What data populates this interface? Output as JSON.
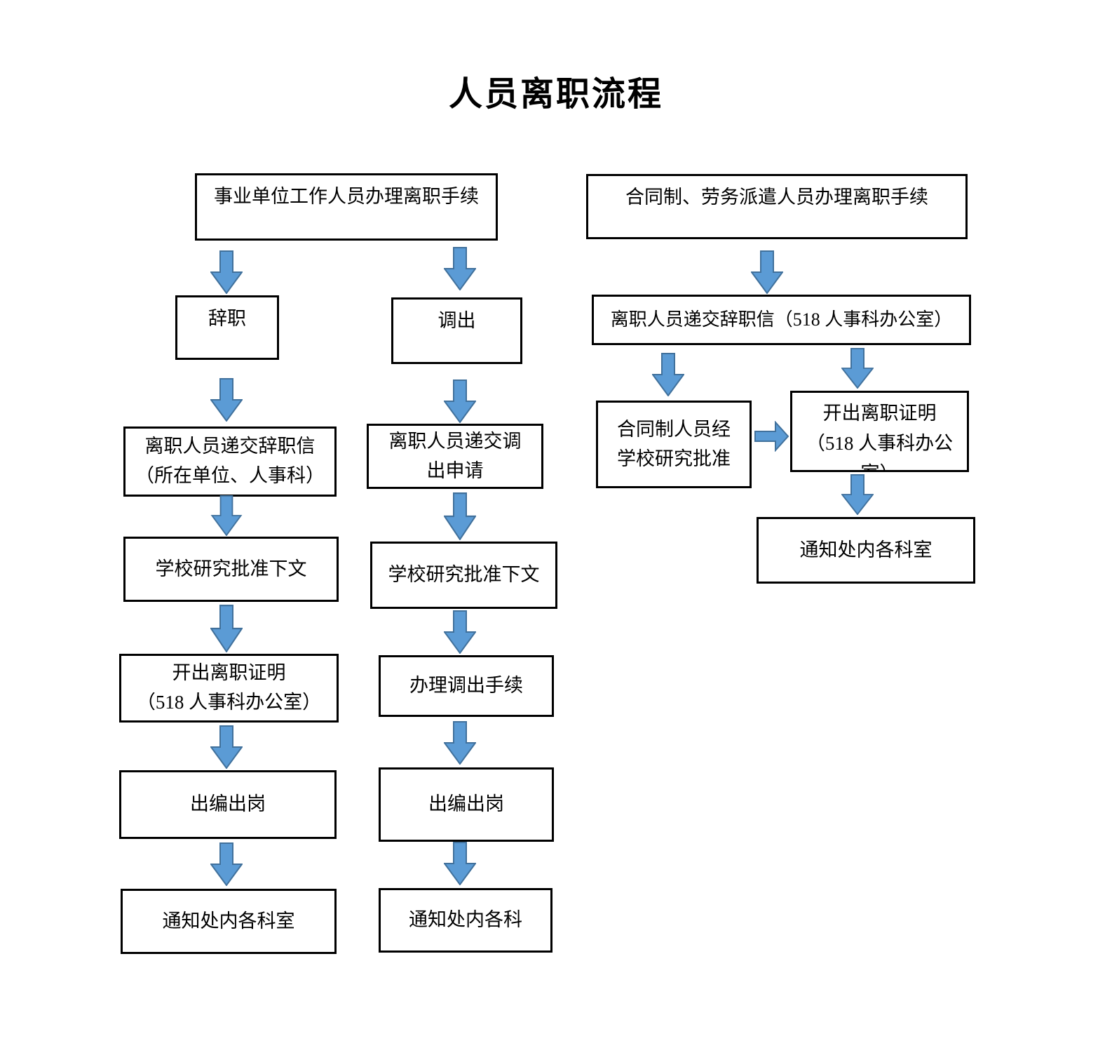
{
  "title": "人员离职流程",
  "colors": {
    "arrow_fill": "#5B9BD5",
    "arrow_border": "#41719C",
    "box_border": "#000000",
    "background": "#FFFFFF"
  },
  "left_flow": {
    "root": "事业单位工作人员办理离职手续",
    "resign_branch": {
      "head": "辞职",
      "submit_letter_line1": "离职人员递交辞职信",
      "submit_letter_line2": "（所在单位、人事科）",
      "approval": "学校研究批准下文",
      "certificate_line1": "开出离职证明",
      "certificate_line2": "（518 人事科办公室）",
      "out_of_staff": "出编出岗",
      "notify": "通知处内各科室"
    },
    "transfer_branch": {
      "head": "调出",
      "submit_request_line1": "离职人员递交调",
      "submit_request_line2": "出申请",
      "approval": "学校研究批准下文",
      "procedure": "办理调出手续",
      "out_of_staff": "出编出岗",
      "notify": "通知处内各科"
    }
  },
  "right_flow": {
    "root": "合同制、劳务派遣人员办理离职手续",
    "submit_letter": "离职人员递交辞职信（518 人事科办公室）",
    "approval_line1": "合同制人员经",
    "approval_line2": "学校研究批准",
    "certificate_line1": "开出离职证明",
    "certificate_line2": "（518 人事科办公",
    "certificate_line3": "室）",
    "notify": "通知处内各科室"
  }
}
